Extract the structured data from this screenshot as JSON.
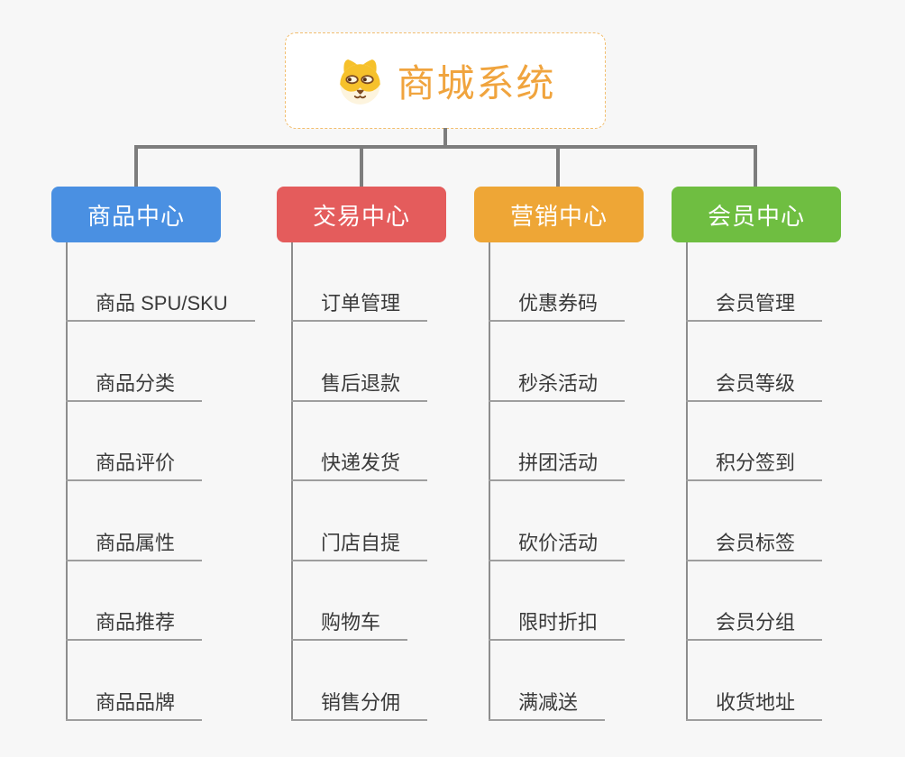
{
  "page": {
    "background": "#f7f7f7"
  },
  "root": {
    "title": "商城系统",
    "icon": "dog-face-icon",
    "accent_color": "#F0A43E",
    "border_color": "#F2BE6F"
  },
  "branches": [
    {
      "label": "商品中心",
      "color": "#4A90E2",
      "items": [
        "商品 SPU/SKU",
        "商品分类",
        "商品评价",
        "商品属性",
        "商品推荐",
        "商品品牌"
      ]
    },
    {
      "label": "交易中心",
      "color": "#E45C5C",
      "items": [
        "订单管理",
        "售后退款",
        "快递发货",
        "门店自提",
        "购物车",
        "销售分佣"
      ]
    },
    {
      "label": "营销中心",
      "color": "#EEA636",
      "items": [
        "优惠券码",
        "秒杀活动",
        "拼团活动",
        "砍价活动",
        "限时折扣",
        "满减送"
      ]
    },
    {
      "label": "会员中心",
      "color": "#6FBE41",
      "items": [
        "会员管理",
        "会员等级",
        "积分签到",
        "会员标签",
        "会员分组",
        "收货地址"
      ]
    }
  ]
}
